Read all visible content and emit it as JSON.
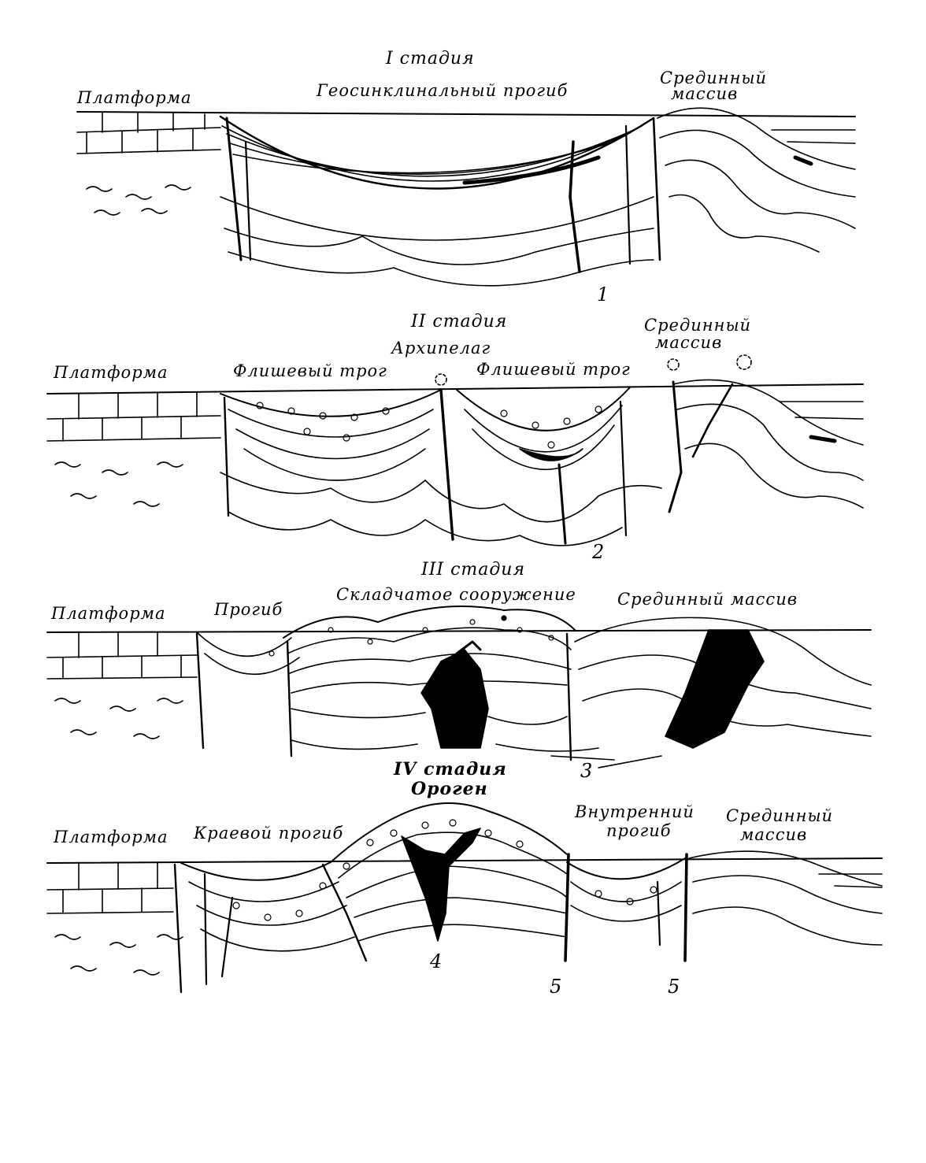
{
  "figure": {
    "stage1": {
      "title": "I стадия",
      "platform": "Платформа",
      "trough": "Геосинклинальный прогиб",
      "massif_line1": "Срединный",
      "massif_line2": "массив",
      "number": "1"
    },
    "stage2": {
      "title": "II стадия",
      "platform": "Платформа",
      "flysch_left": "Флишевый трог",
      "archipelago": "Архипелаг",
      "flysch_right": "Флишевый трог",
      "massif_line1": "Срединный",
      "massif_line2": "массив",
      "number": "2"
    },
    "stage3": {
      "title": "III стадия",
      "platform": "Платформа",
      "trough": "Прогиб",
      "fold": "Складчатое сооружение",
      "massif": "Срединный массив",
      "number": "3"
    },
    "stage4": {
      "title": "IV стадия",
      "orogen": "Ороген",
      "platform": "Платформа",
      "foredeep": "Краевой прогиб",
      "inner_line1": "Внутренний",
      "inner_line2": "прогиб",
      "massif_line1": "Срединный",
      "massif_line2": "массив",
      "number_a": "4",
      "number_b": "5",
      "number_c": "5"
    }
  }
}
